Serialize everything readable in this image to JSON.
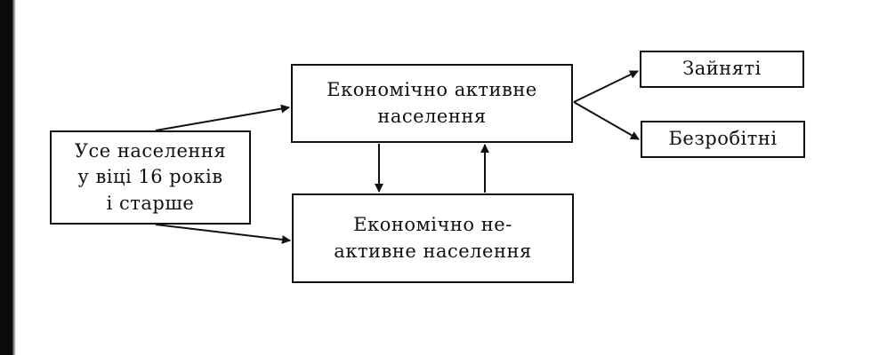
{
  "diagram": {
    "nodes": {
      "all_population": "Усе населення\nу віці 16 років\nі старше",
      "economically_active": "Економічно активне\nнаселення",
      "economically_inactive": "Економічно не-\nактивне населення",
      "employed": "Зайняті",
      "unemployed": "Безробітні"
    },
    "edges": [
      {
        "from": "all_population",
        "to": "economically_active"
      },
      {
        "from": "all_population",
        "to": "economically_inactive"
      },
      {
        "from": "economically_active",
        "to": "economically_inactive"
      },
      {
        "from": "economically_inactive",
        "to": "economically_active"
      },
      {
        "from": "economically_active",
        "to": "employed"
      },
      {
        "from": "economically_active",
        "to": "unemployed"
      }
    ]
  }
}
